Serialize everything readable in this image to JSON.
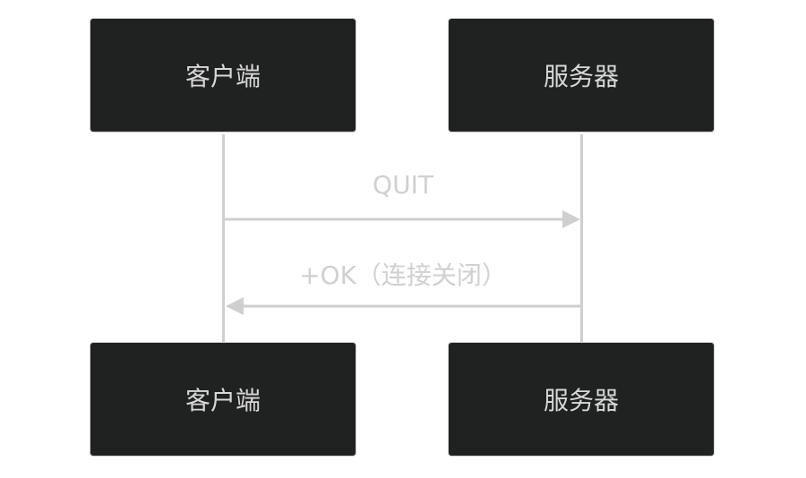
{
  "diagram": {
    "type": "sequence",
    "participants": [
      {
        "id": "client",
        "label": "客户端"
      },
      {
        "id": "server",
        "label": "服务器"
      }
    ],
    "messages": [
      {
        "from": "client",
        "to": "server",
        "label": "QUIT"
      },
      {
        "from": "server",
        "to": "client",
        "label": "+OK（连接关闭）"
      }
    ],
    "colors": {
      "box": "#202221",
      "box_text": "#d8d8d8",
      "line": "#cfcfcf",
      "label": "#d0d0d0"
    }
  }
}
